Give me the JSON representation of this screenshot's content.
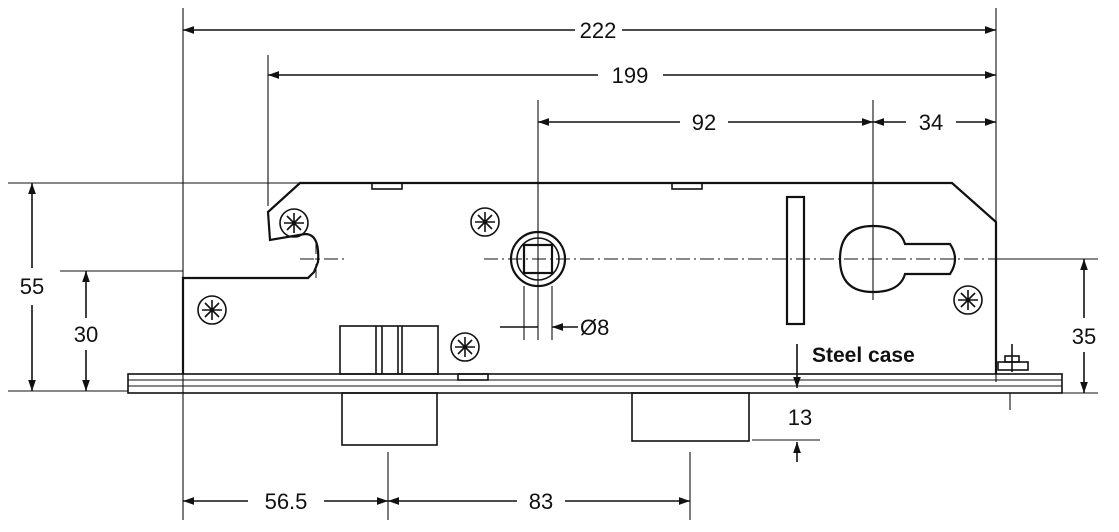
{
  "dimensions": {
    "overall_length": "222",
    "case_length": "199",
    "spindle_to_cylinder": "92",
    "cylinder_to_faceplate": "34",
    "case_height": "55",
    "lower_step_height": "30",
    "cylinder_height": "35",
    "spindle_size": "Ø8",
    "bolt_projection": "13",
    "latch_offset": "56.5",
    "latch_to_bolt": "83"
  },
  "labels": {
    "material": "Steel case"
  },
  "icons": {
    "screw": "screw-icon",
    "spindle": "square-spindle-icon",
    "cylinder": "keyhole-icon"
  }
}
